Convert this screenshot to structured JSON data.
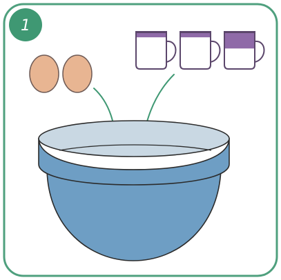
{
  "step": {
    "number": "1"
  },
  "ingredients": {
    "eggs": [
      {
        "icon": "egg-icon"
      },
      {
        "icon": "egg-icon"
      }
    ],
    "cups": [
      {
        "icon": "cup-icon",
        "fill_fraction": 0.15
      },
      {
        "icon": "cup-icon",
        "fill_fraction": 0.15
      },
      {
        "icon": "cup-icon",
        "fill_fraction": 0.45
      }
    ]
  },
  "colors": {
    "frame": "#4fa07e",
    "badge": "#3f9873",
    "egg": "#e8b592",
    "cup_fill": "#8f6aa8",
    "cup_outline": "#5b466b",
    "arrow": "#3f9873",
    "bowl": "#6e9ec4",
    "bowl_inner": "#c9d8e3"
  }
}
